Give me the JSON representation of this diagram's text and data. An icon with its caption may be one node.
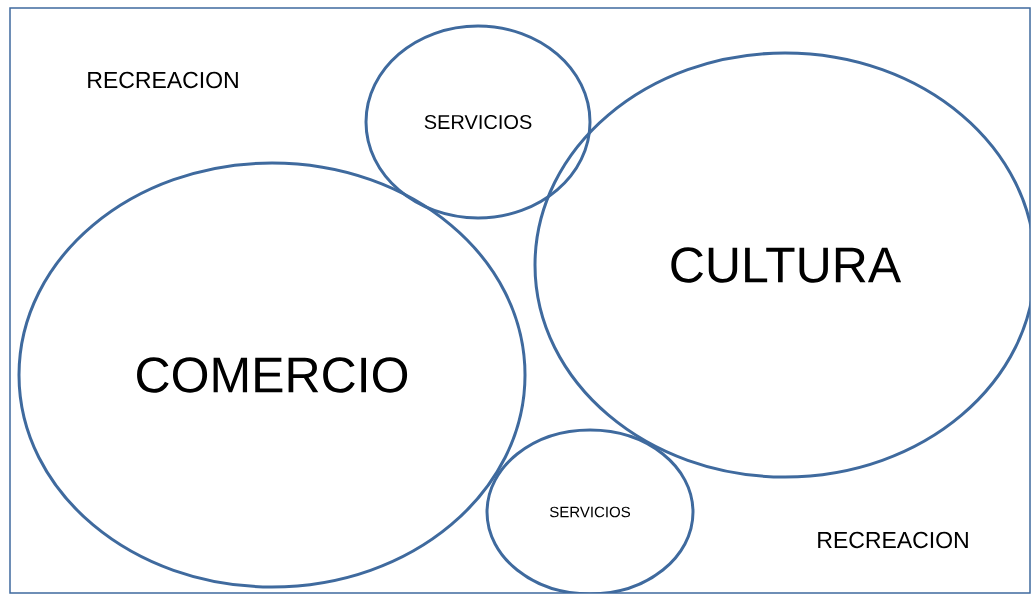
{
  "diagram": {
    "nodes": [
      {
        "text": [
          "SERVICIOS"
        ]
      },
      {
        "text": [
          "CULTURA"
        ]
      },
      {
        "text": [
          "COMERCIO"
        ]
      },
      {
        "text": [
          "SERVICIOS"
        ]
      }
    ],
    "labels": [
      "RECREACION",
      "RECREACION"
    ]
  }
}
